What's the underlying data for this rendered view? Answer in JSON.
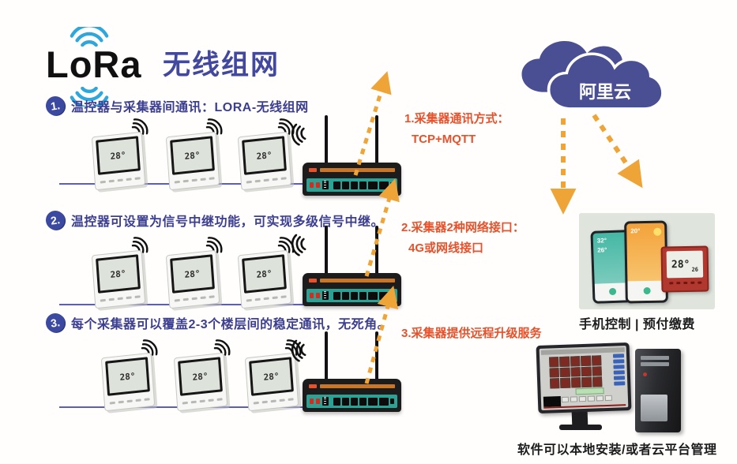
{
  "logo": {
    "brand": "LoRa",
    "title": "无线组网"
  },
  "steps": [
    {
      "num": "1.",
      "text": "温控器与采集器间通讯：LORA-无线组网"
    },
    {
      "num": "2.",
      "text": "温控器可设置为信号中继功能，可实现多级信号中继。"
    },
    {
      "num": "3.",
      "text": "每个采集器可以覆盖2-3个楼层间的稳定通讯，无死角。"
    }
  ],
  "notes": [
    {
      "line1": "1.采集器通讯方式：",
      "line2": "TCP+MQTT"
    },
    {
      "line1": "2.采集器2种网络接口：",
      "line2": "4G或网线接口"
    },
    {
      "line1": "3.采集器提供远程升级服务",
      "line2": ""
    }
  ],
  "cloud": {
    "label": "阿里云"
  },
  "thermostat": {
    "display": "28°"
  },
  "phones": {
    "left_temp_top": "32°",
    "left_temp_mid": "26°",
    "right_temp": "20°",
    "thermo_display": "28°",
    "thermo_sub": "26"
  },
  "captions": {
    "phone": "手机控制 | 预付缴费",
    "pc": "软件可以本地安装/或者云平台管理"
  },
  "colors": {
    "accent_blue": "#3c3e92",
    "note_red": "#e8512a",
    "arrow_orange": "#efa437",
    "cloud_indigo": "#4a4e93",
    "logo_wave_blue": "#2ea7dd",
    "router_teal": "#2da193",
    "floor_line": "#5a5ec1"
  }
}
